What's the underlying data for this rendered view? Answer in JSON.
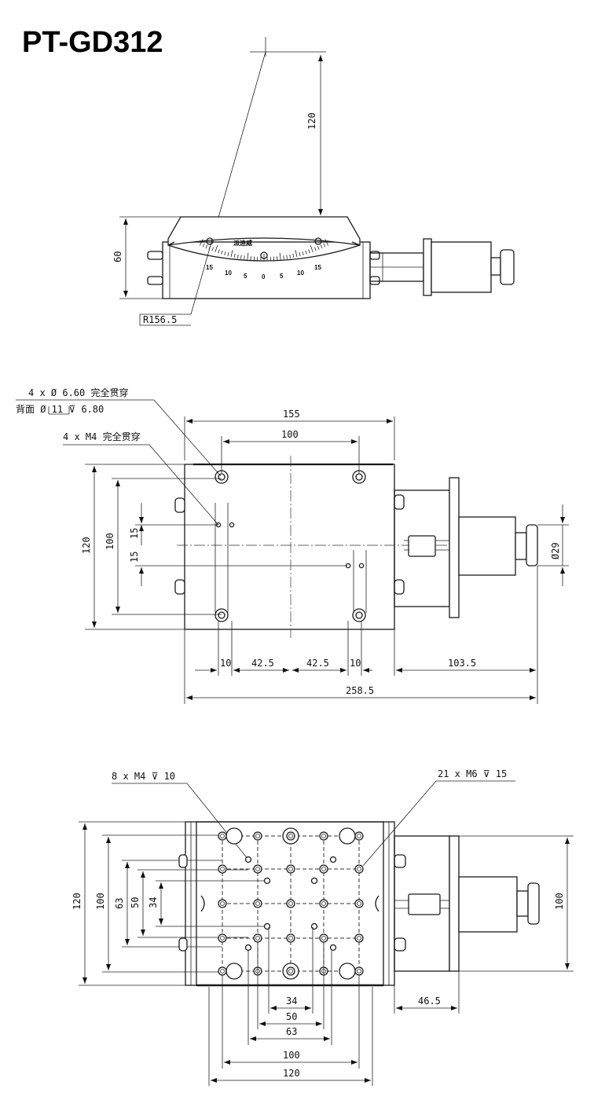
{
  "title": "PT-GD312",
  "side_view": {
    "dims": {
      "height_above": "120",
      "height": "60",
      "radius": "R156.5"
    },
    "maker_label": "派迪威",
    "scale_labels": [
      "15",
      "10",
      "5",
      "0",
      "5",
      "10",
      "15"
    ]
  },
  "top_view": {
    "notes": {
      "through_holes": "4 x  Ø 6.60 完全贯穿",
      "counterbore": "背面      Ø 11  ⊽ 6.80",
      "m4_holes": "4 x  M4 完全贯穿"
    },
    "dims": {
      "width_155": "155",
      "width_100": "100",
      "height_120": "120",
      "height_100": "100",
      "offset_15_a": "15",
      "offset_15_b": "15",
      "knob_dia": "Ø29",
      "seg_10_a": "10",
      "seg_42_5_a": "42.5",
      "seg_42_5_b": "42.5",
      "seg_10_b": "10",
      "seg_103_5": "103.5",
      "total_258_5": "258.5"
    }
  },
  "bottom_view": {
    "notes": {
      "m4": "8 x M4  ⊽  10",
      "m6": "21 x M6  ⊽  15"
    },
    "dims": {
      "h_120": "120",
      "h_100": "100",
      "h_63": "63",
      "h_50": "50",
      "h_34": "34",
      "right_100": "100",
      "seg_46_5": "46.5",
      "w_34": "34",
      "w_50": "50",
      "w_63": "63",
      "w_100": "100",
      "w_120": "120"
    }
  }
}
